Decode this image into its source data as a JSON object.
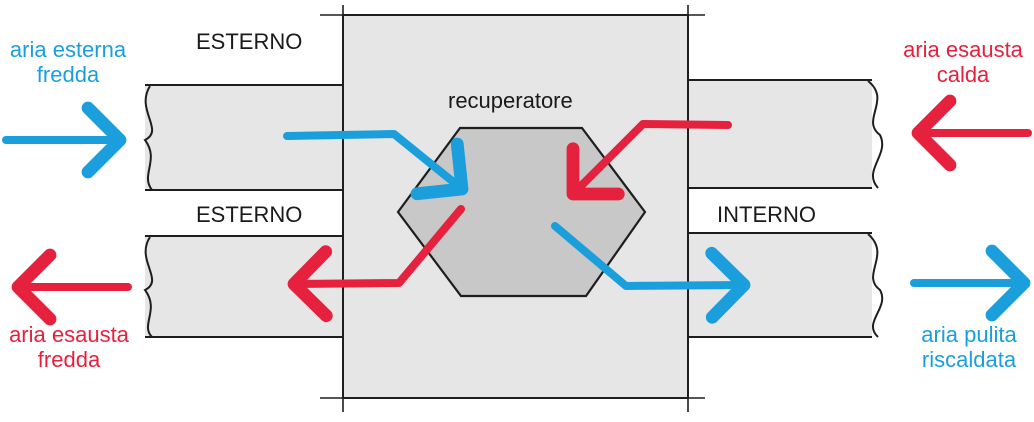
{
  "labels": {
    "outside_top": "ESTERNO",
    "outside_bottom": "ESTERNO",
    "inside": "INTERNO",
    "exchanger": "recuperatore",
    "cold_outdoor_air": [
      "aria esterna",
      "fredda"
    ],
    "warm_exhaust_air": [
      "aria esausta",
      "calda"
    ],
    "cold_exhaust_air": [
      "aria esausta",
      "fredda"
    ],
    "heated_clean_air": [
      "aria pulita",
      "riscaldata"
    ]
  },
  "colors": {
    "cold": "#1a9fdc",
    "hot": "#e5213d",
    "duct_fill": "#e6e6e6",
    "exchanger_fill": "#c8c8c8",
    "outline": "#1e1e1e"
  }
}
